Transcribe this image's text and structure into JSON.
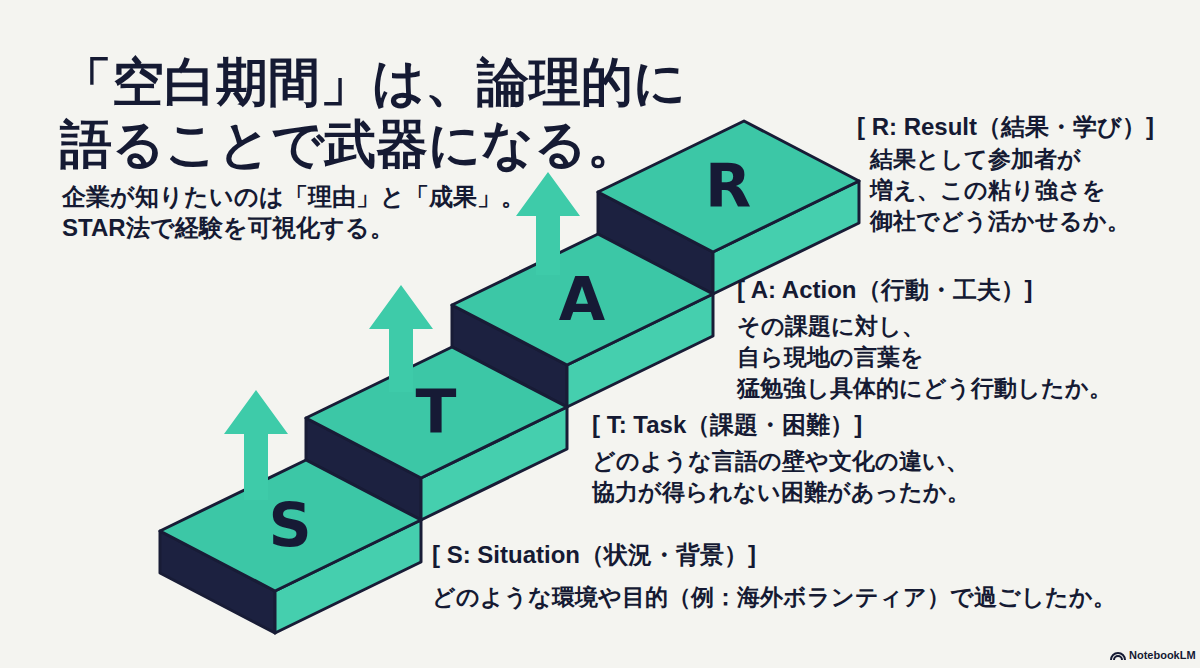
{
  "diagram": {
    "title": "「空白期間」は、論理的に 語ることで武器になる。",
    "nodes": [
      {
        "text": [
          "S"
        ]
      },
      {
        "text": [
          "T"
        ]
      },
      {
        "text": [
          "A"
        ]
      },
      {
        "text": [
          "R"
        ]
      }
    ],
    "labels": [
      "企業が知りたいのは「理由」と「成果」。 STAR法で経験を可視化する。",
      "[ R: Result（結果・学び）]",
      "結果として参加者が 増え、この粘り強さを 御社でどう活かせるか。",
      "[ A: Action（行動・工夫）]",
      "その課題に対し、自ら現地の言葉を 猛勉強し具体的にどう行動したか。",
      "[ T: Task（課題・困難）]",
      "どのような言語の壁や文化の違い、 協力が得られない困難があったか。",
      "[ S: Situation（状況・背景）]",
      "どのような環境や目的（例：海外ボランティア）で過ごしたか。",
      "NotebookLM"
    ]
  }
}
